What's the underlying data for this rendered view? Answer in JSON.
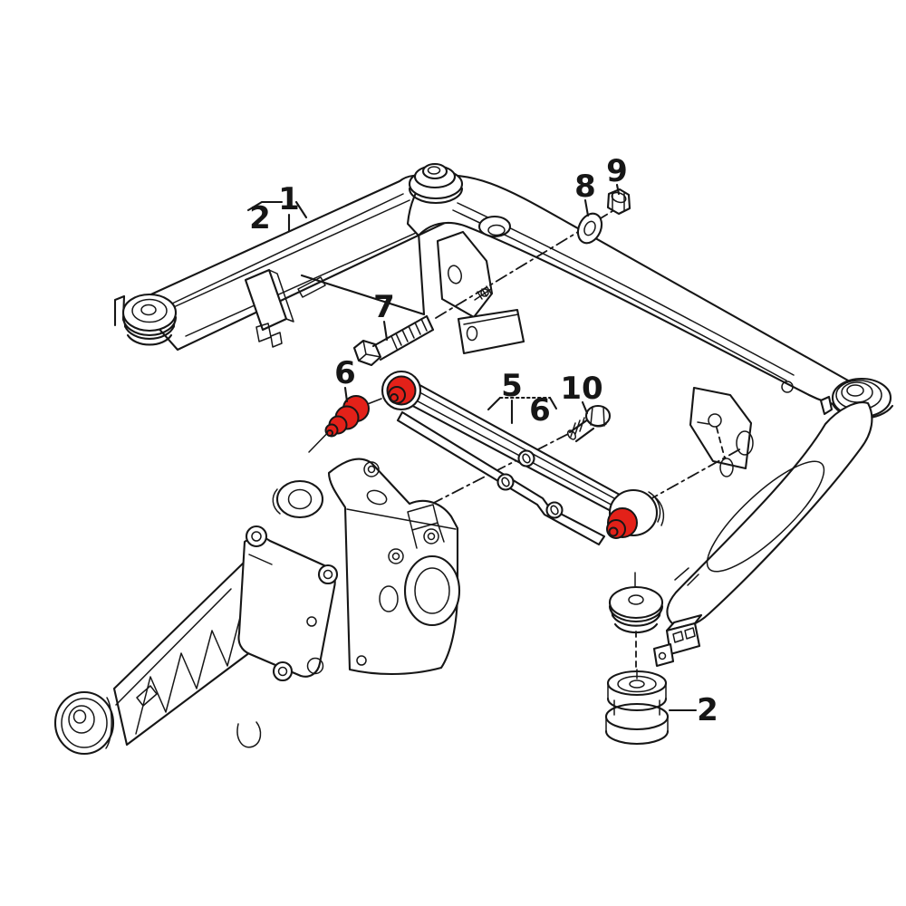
{
  "diagram": {
    "type": "exploded-parts-diagram",
    "background_color": "#ffffff",
    "line_color": "#161616",
    "highlight_color": "#e32119",
    "callouts": [
      {
        "id": "1",
        "text": "1"
      },
      {
        "id": "2-upper",
        "text": "2"
      },
      {
        "id": "7",
        "text": "7"
      },
      {
        "id": "6-left",
        "text": "6"
      },
      {
        "id": "5",
        "text": "5"
      },
      {
        "id": "6-mid",
        "text": "6"
      },
      {
        "id": "10",
        "text": "10"
      },
      {
        "id": "8",
        "text": "8"
      },
      {
        "id": "9",
        "text": "9"
      },
      {
        "id": "2-lower",
        "text": "2"
      }
    ]
  }
}
